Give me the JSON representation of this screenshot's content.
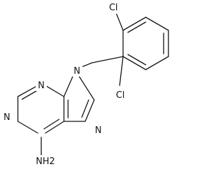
{
  "atom_labels": {
    "cl_top": "Cl",
    "cl_bottom": "Cl",
    "n9": "N",
    "n3": "N",
    "n1": "N",
    "n7": "N",
    "amine": "NH2"
  }
}
